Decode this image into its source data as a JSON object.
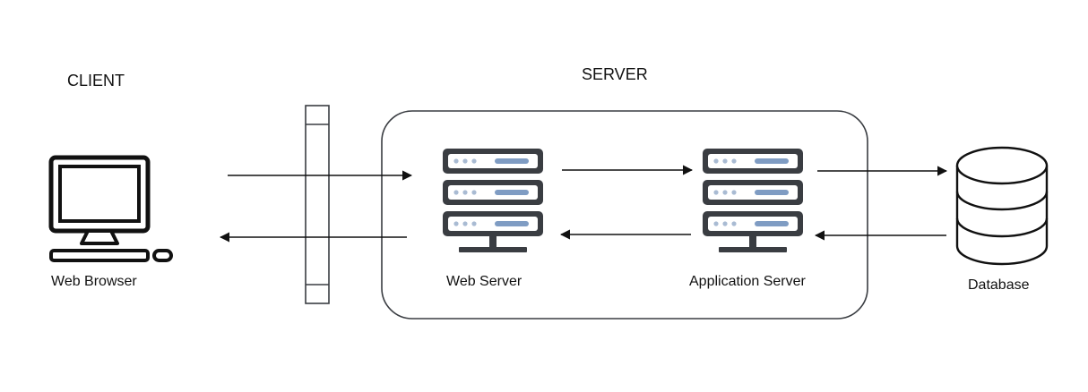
{
  "sections": {
    "client_title": "CLIENT",
    "server_title": "SERVER"
  },
  "nodes": {
    "web_browser": "Web Browser",
    "web_server": "Web Server",
    "application_server": "Application Server",
    "database": "Database"
  },
  "colors": {
    "stroke": "#3a3d42",
    "server_body": "#3a3d42",
    "server_dot": "#a9bbd3",
    "server_bar": "#7f9cc3",
    "background": "#ffffff"
  },
  "icons": {
    "client": "monitor-computer-icon",
    "web_server": "server-rack-icon",
    "application_server": "server-rack-icon",
    "database": "database-cylinder-icon",
    "firewall": "firewall-icon"
  }
}
